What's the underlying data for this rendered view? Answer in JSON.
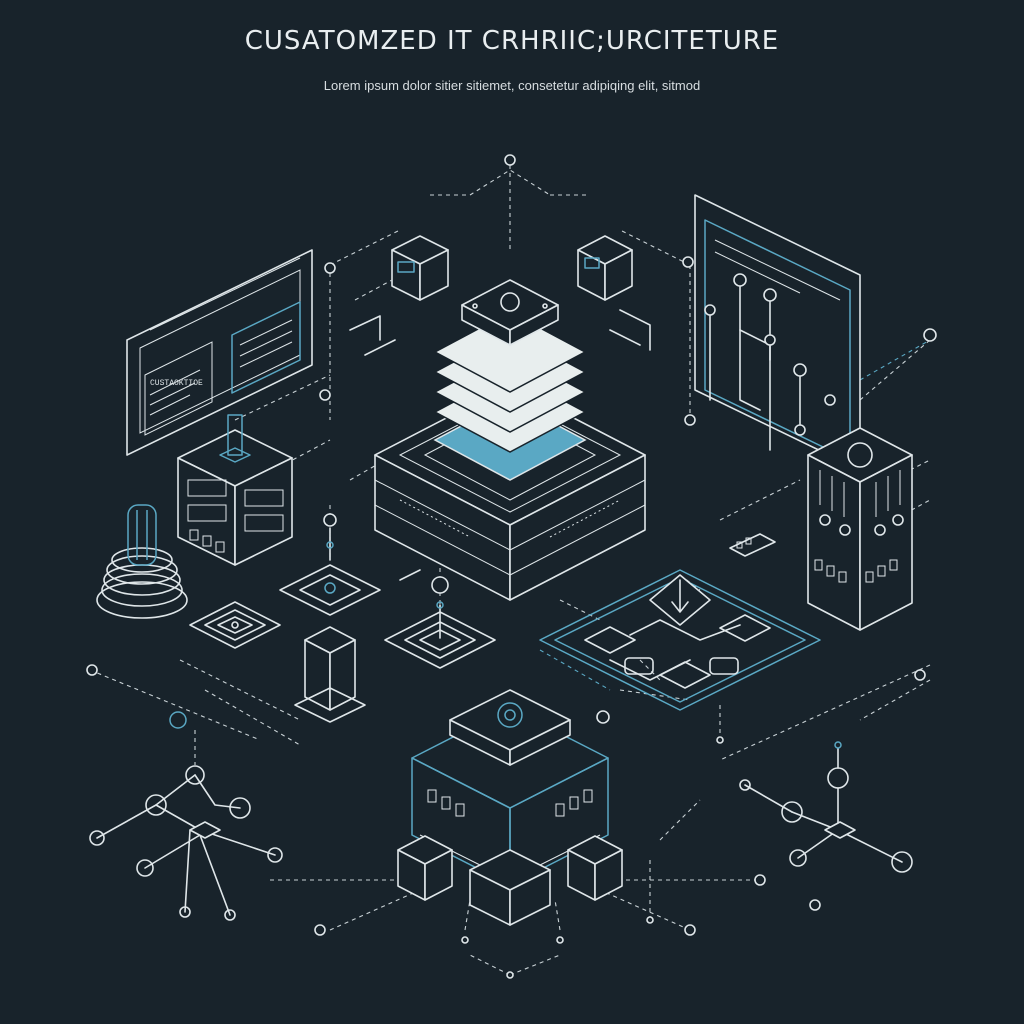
{
  "header": {
    "title": "CUSATOMZED IT CRHRIIC;URCITETURE",
    "subtitle": "Lorem ipsum dolor sitier sitiemet, consetetur adipiqing elit, sitmod"
  },
  "panel_label": "CUSTAOKTIOE",
  "colors": {
    "background": "#18232b",
    "line": "#dfe6e9",
    "accent": "#5aa8c4",
    "layer_fill": "#e8eeee"
  }
}
